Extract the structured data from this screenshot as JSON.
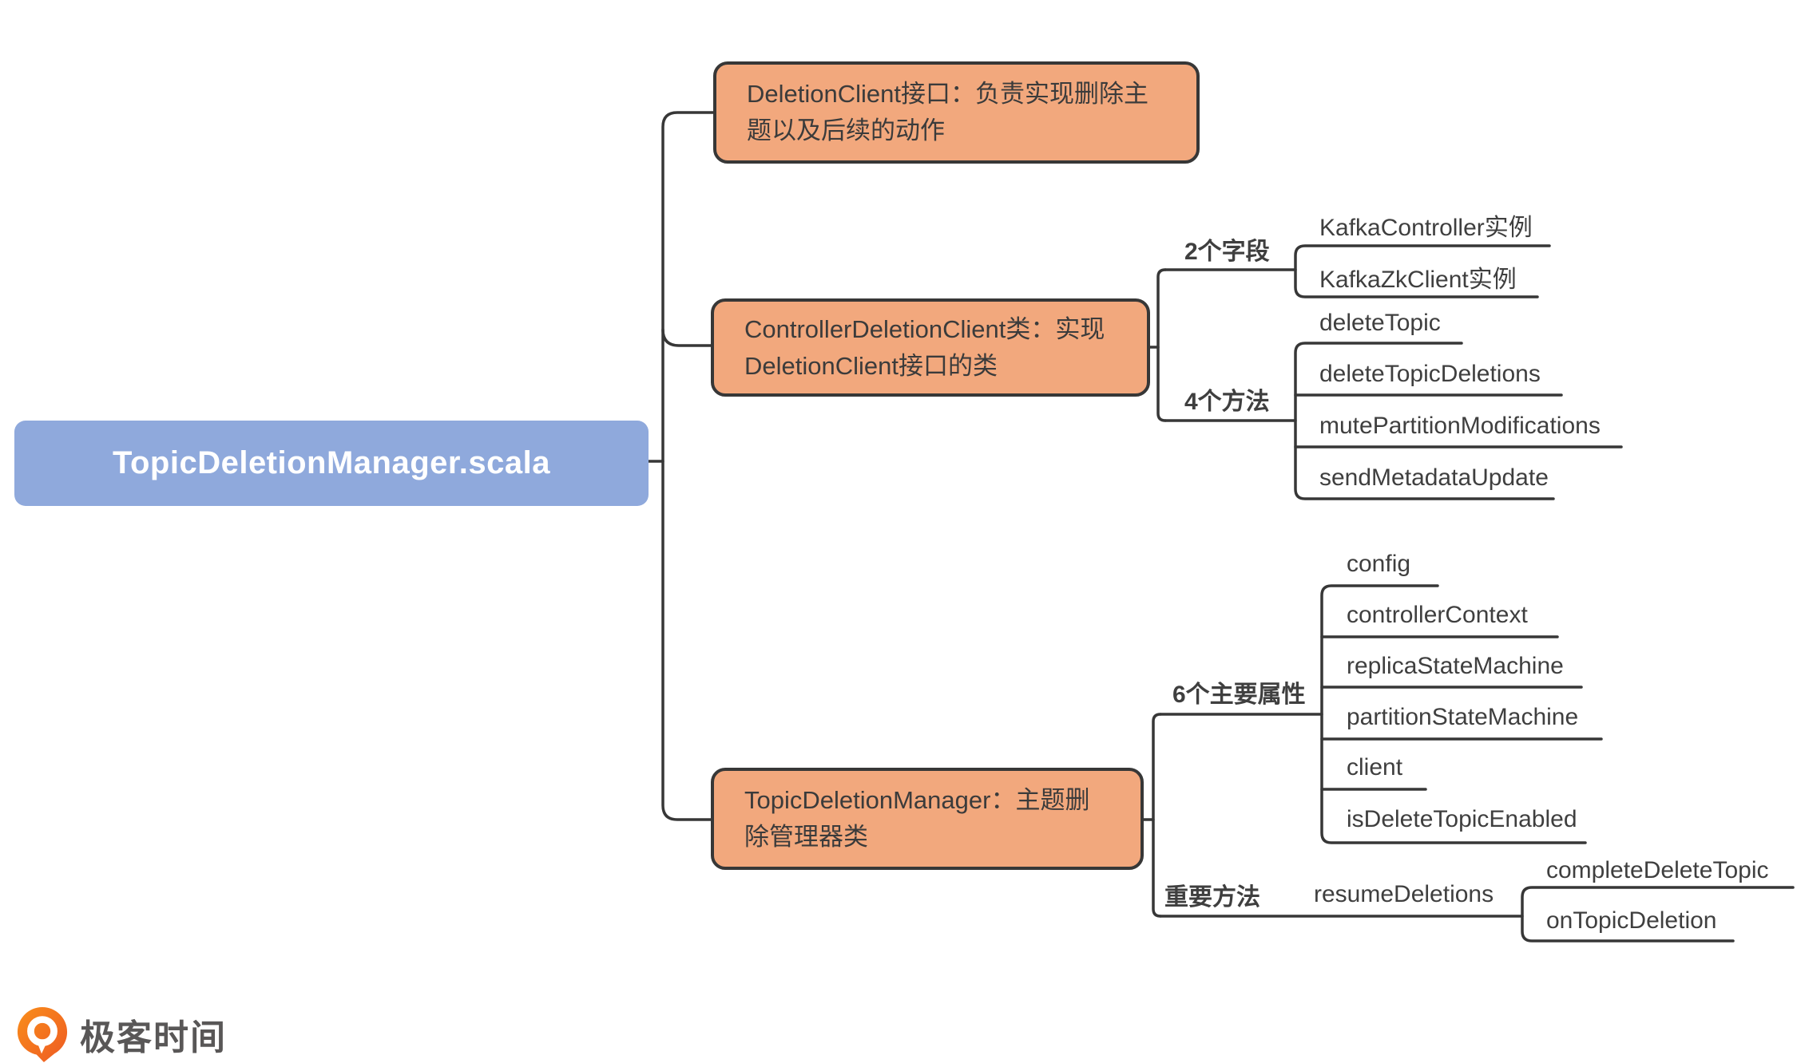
{
  "diagram_title": "TopicDeletionManager.scala",
  "colors": {
    "background": "#FFFFFF",
    "root_fill": "#8FA9DC",
    "root_text": "#FFFFFF",
    "branch_fill": "#F2A87D",
    "branch_border": "#373737",
    "branch_text": "#3B3B3B",
    "line": "#373737",
    "leaf_text": "#3F3F3F",
    "logo_orange": "#F4701B",
    "logo_text_color": "#595757"
  },
  "root": {
    "label": "TopicDeletionManager.scala"
  },
  "branches": [
    {
      "label": "DeletionClient接口：负责实现删除主\n题以及后续的动作"
    },
    {
      "label": "ControllerDeletionClient类：实现\nDeletionClient接口的类",
      "groups": [
        {
          "label": "2个字段",
          "items": [
            "KafkaController实例",
            "KafkaZkClient实例"
          ]
        },
        {
          "label": "4个方法",
          "items": [
            "deleteTopic",
            "deleteTopicDeletions",
            "mutePartitionModifications",
            "sendMetadataUpdate"
          ]
        }
      ]
    },
    {
      "label": "TopicDeletionManager：主题删\n除管理器类",
      "groups": [
        {
          "label": "6个主要属性",
          "items": [
            "config",
            "controllerContext",
            "replicaStateMachine",
            "partitionStateMachine",
            "client",
            "isDeleteTopicEnabled"
          ]
        },
        {
          "label": "重要方法",
          "items": [
            {
              "label": "resumeDeletions",
              "children": [
                "completeDeleteTopic",
                "onTopicDeletion"
              ]
            }
          ]
        }
      ]
    }
  ],
  "footer": {
    "logo_text": "极客时间"
  }
}
